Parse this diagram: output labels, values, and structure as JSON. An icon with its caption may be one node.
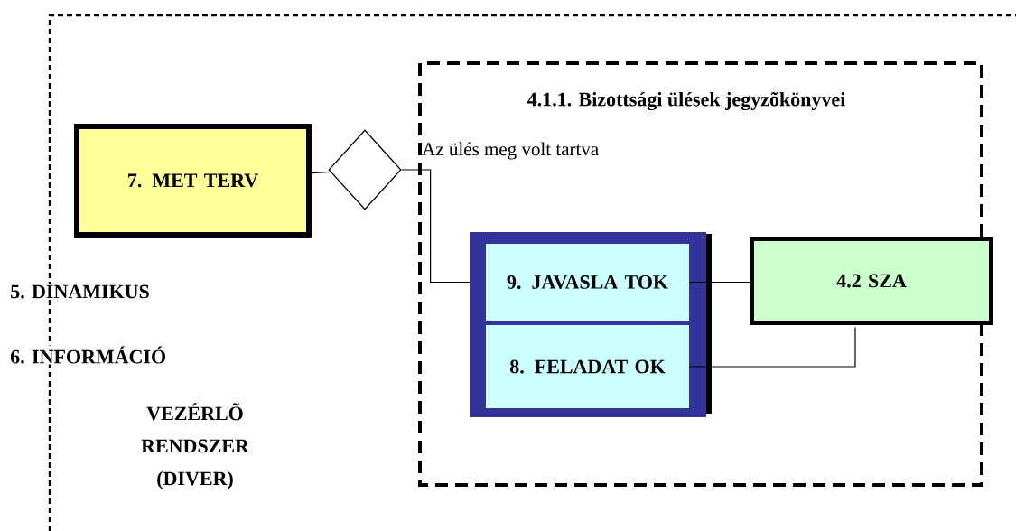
{
  "diagram": {
    "nodes": [
      {
        "text": [
          "5. DINAMIKUS",
          "6. INFORMÁCIÓ",
          "VEZÉRLÕ RENDSZER (DIVER)"
        ]
      },
      {
        "text": [
          "7. MET TERV"
        ],
        "in": 0
      },
      {
        "text": [],
        "shape": "diamond",
        "in": 0
      },
      {
        "text": [
          "4.1.1.   Bizottsági ülések jegyzõkönyvei",
          "Az ülés meg volt tartva"
        ],
        "in": 0
      },
      {
        "text": [],
        "shape": "box",
        "in": 3
      },
      {
        "text": [
          "9. JAVASLA TOK"
        ],
        "in": 4
      },
      {
        "text": [
          "8. FELADAT OK"
        ],
        "in": 4
      },
      {
        "text": [
          "4.2 SZA"
        ],
        "in": 3
      }
    ],
    "edges": [
      {
        "from": 1,
        "to": 2,
        "arrow": "none"
      },
      {
        "from": 2,
        "to": 5,
        "arrow": "none"
      },
      {
        "from": 5,
        "to": 7,
        "arrow": "none"
      },
      {
        "from": 6,
        "to": 7,
        "arrow": "none"
      }
    ]
  }
}
